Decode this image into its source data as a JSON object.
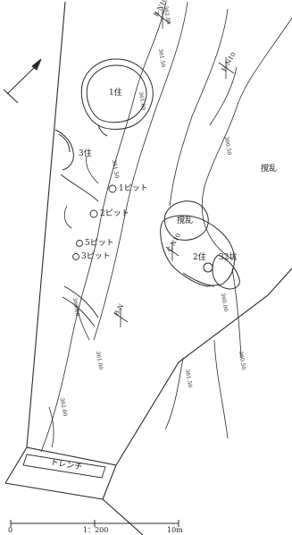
{
  "labels": {
    "house1": "1住",
    "house2": "2住",
    "house3": "3住",
    "pit1": "1ピット",
    "pit2": "2ピット",
    "pit5": "5ピット",
    "pit3": "3ピット",
    "disturbed_east": "撹乱",
    "disturbed_center": "撹乱",
    "pit32": "32坑",
    "trench": "トレンチ",
    "grid_b_n10": "B-N10",
    "grid_h_n10": "H-N10",
    "grid_c_n10": "C-N10",
    "grid_b_n": "B-N"
  },
  "scale": {
    "zero": "0",
    "ratio": "1：200",
    "ten": "10m"
  },
  "contour_values": [
    "361.50",
    "361.00",
    "361.50",
    "362.00",
    "360.50",
    "360.00",
    "360.50",
    "361.00",
    "362.00",
    "361.50",
    "363.00"
  ],
  "colors": {
    "line": "#2b2b2b",
    "paper": "#ffffff"
  }
}
